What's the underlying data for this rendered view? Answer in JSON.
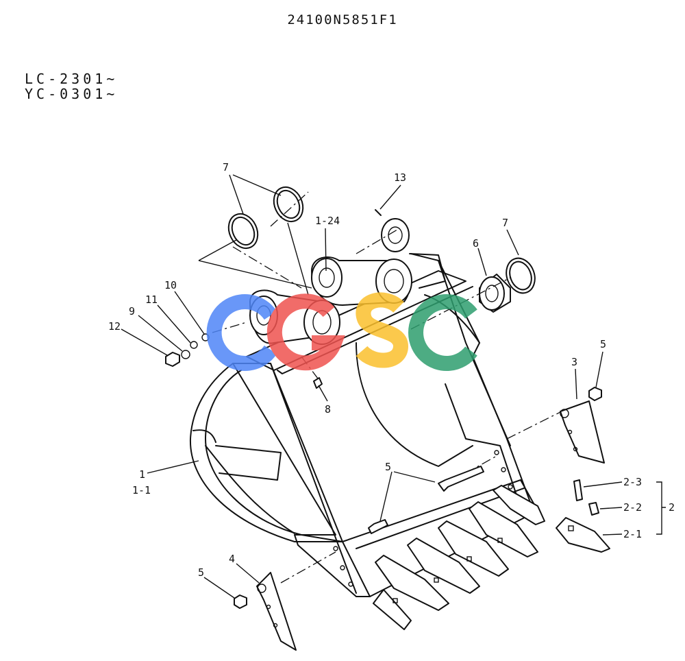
{
  "header": {
    "part_code": "24100N5851F1",
    "serial_lines": [
      "LC-2301~",
      "YC-0301~"
    ]
  },
  "callouts": {
    "c1": "1",
    "c1_1": "1-1",
    "c1_24": "1-24",
    "c2": "2",
    "c2_1": "2-1",
    "c2_2": "2-2",
    "c2_3": "2-3",
    "c3": "3",
    "c4": "4",
    "c5a": "5",
    "c5b": "5",
    "c5c": "5",
    "c6": "6",
    "c7a": "7",
    "c7b": "7",
    "c8": "8",
    "c9": "9",
    "c10": "10",
    "c11": "11",
    "c12": "12",
    "c13": "13"
  },
  "watermark": {
    "letters": [
      "C",
      "G",
      "S",
      "C"
    ],
    "colors": [
      "#4f86f7",
      "#ef5350",
      "#fbc02d",
      "#2e9e6e"
    ]
  }
}
